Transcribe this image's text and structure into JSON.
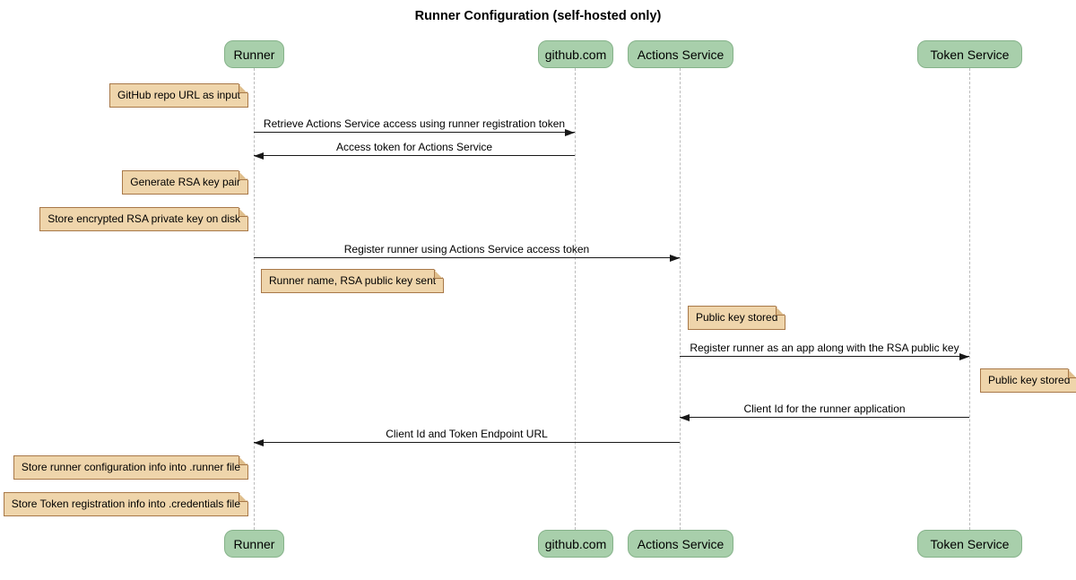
{
  "title": "Runner Configuration (self-hosted only)",
  "colors": {
    "participant_fill": "#A8CFAB",
    "participant_border": "#85B289",
    "note_fill": "#EFD5AB",
    "note_border": "#A87848",
    "note_fold": "#DFBE8C",
    "lifeline": "#BBBBBB",
    "arrow": "#181818",
    "text": "#000000"
  },
  "participants": [
    {
      "id": "runner",
      "label": "Runner"
    },
    {
      "id": "github",
      "label": "github.com"
    },
    {
      "id": "actions-service",
      "label": "Actions Service"
    },
    {
      "id": "token-service",
      "label": "Token Service"
    }
  ],
  "messages": [
    {
      "from": "Runner",
      "to": "github.com",
      "direction": "right",
      "label": "Retrieve Actions Service access using runner registration token"
    },
    {
      "from": "github.com",
      "to": "Runner",
      "direction": "left",
      "label": "Access token for Actions Service"
    },
    {
      "from": "Runner",
      "to": "Actions Service",
      "direction": "right",
      "label": "Register runner using Actions Service access token"
    },
    {
      "from": "Actions Service",
      "to": "Token Service",
      "direction": "right",
      "label": "Register runner as an app along with the RSA public key"
    },
    {
      "from": "Token Service",
      "to": "Actions Service",
      "direction": "left",
      "label": "Client Id for the runner application"
    },
    {
      "from": "Actions Service",
      "to": "Runner",
      "direction": "left",
      "label": "Client Id and Token Endpoint URL"
    }
  ],
  "notes": [
    {
      "text": "GitHub repo URL as input",
      "position": "left of Runner"
    },
    {
      "text": "Generate RSA key pair",
      "position": "left of Runner"
    },
    {
      "text": "Store encrypted RSA private key on disk",
      "position": "left of Runner"
    },
    {
      "text": "Runner name, RSA public key sent",
      "position": "right of Runner"
    },
    {
      "text": "Public key stored",
      "position": "right of Actions Service"
    },
    {
      "text": "Public key stored",
      "position": "right of Token Service"
    },
    {
      "text": "Store runner configuration info into .runner file",
      "position": "left of Runner"
    },
    {
      "text": "Store Token registration info into .credentials file",
      "position": "left of Runner"
    }
  ]
}
